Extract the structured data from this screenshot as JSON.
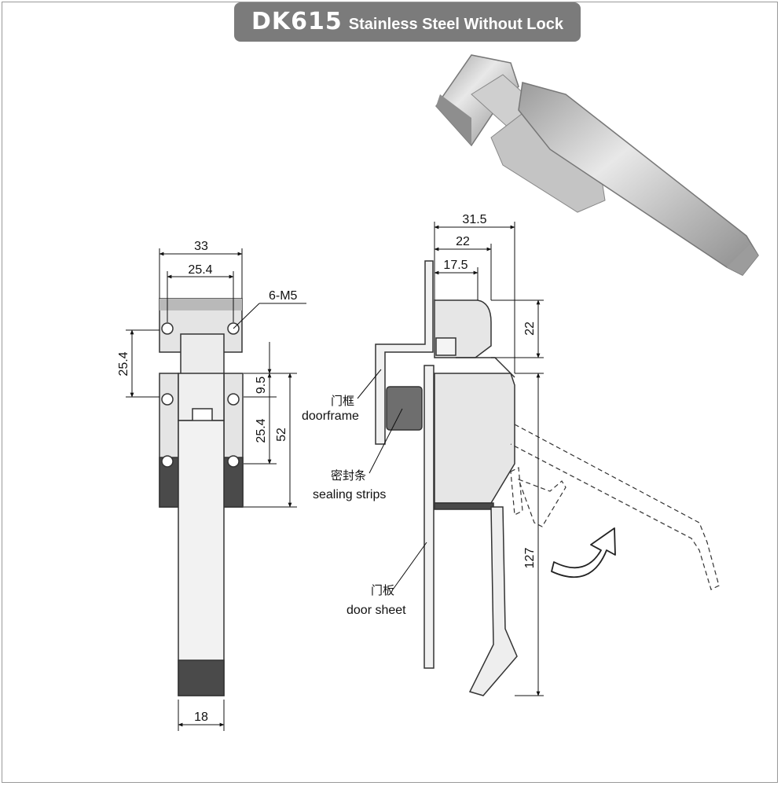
{
  "title": {
    "model": "DK615",
    "description": "Stainless Steel Without Lock"
  },
  "front_view": {
    "dims": {
      "width_outer": "33",
      "width_holes": "25.4",
      "hole_spec": "6-M5",
      "height_left": "25.4",
      "height_a": "9.5",
      "height_b": "25.4",
      "height_c": "52",
      "bottom_width": "18"
    }
  },
  "side_view": {
    "dims": {
      "top_total": "31.5",
      "top_mid": "22",
      "top_small": "17.5",
      "right_top": "22",
      "right_total": "127"
    },
    "labels": {
      "doorframe_cn": "门框",
      "doorframe_en": "doorframe",
      "sealing_cn": "密封条",
      "sealing_en": "sealing strips",
      "doorsheet_cn": "门板",
      "doorsheet_en": "door sheet"
    }
  },
  "colors": {
    "title_bg": "#7b7b7b",
    "line": "#333333",
    "metal": "#e6e6e6",
    "dark_metal": "#4a4a4a",
    "seal": "#6e6e6e"
  }
}
